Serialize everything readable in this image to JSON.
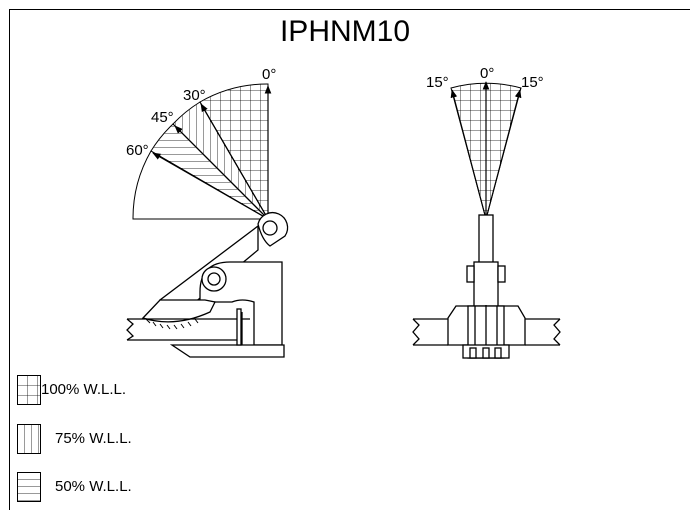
{
  "title": "IPHNM10",
  "side_view": {
    "angle_labels": [
      "0°",
      "30°",
      "45°",
      "60°"
    ]
  },
  "front_view": {
    "angle_labels": [
      "15°",
      "0°",
      "15°"
    ]
  },
  "legend": [
    {
      "label": "100% W.L.L.",
      "pattern": "grid-icon"
    },
    {
      "label": "75% W.L.L.",
      "pattern": "vertical-hatch-icon"
    },
    {
      "label": "50% W.L.L.",
      "pattern": "horizontal-hatch-icon"
    }
  ],
  "colors": {
    "line": "#000000",
    "background": "#ffffff"
  }
}
